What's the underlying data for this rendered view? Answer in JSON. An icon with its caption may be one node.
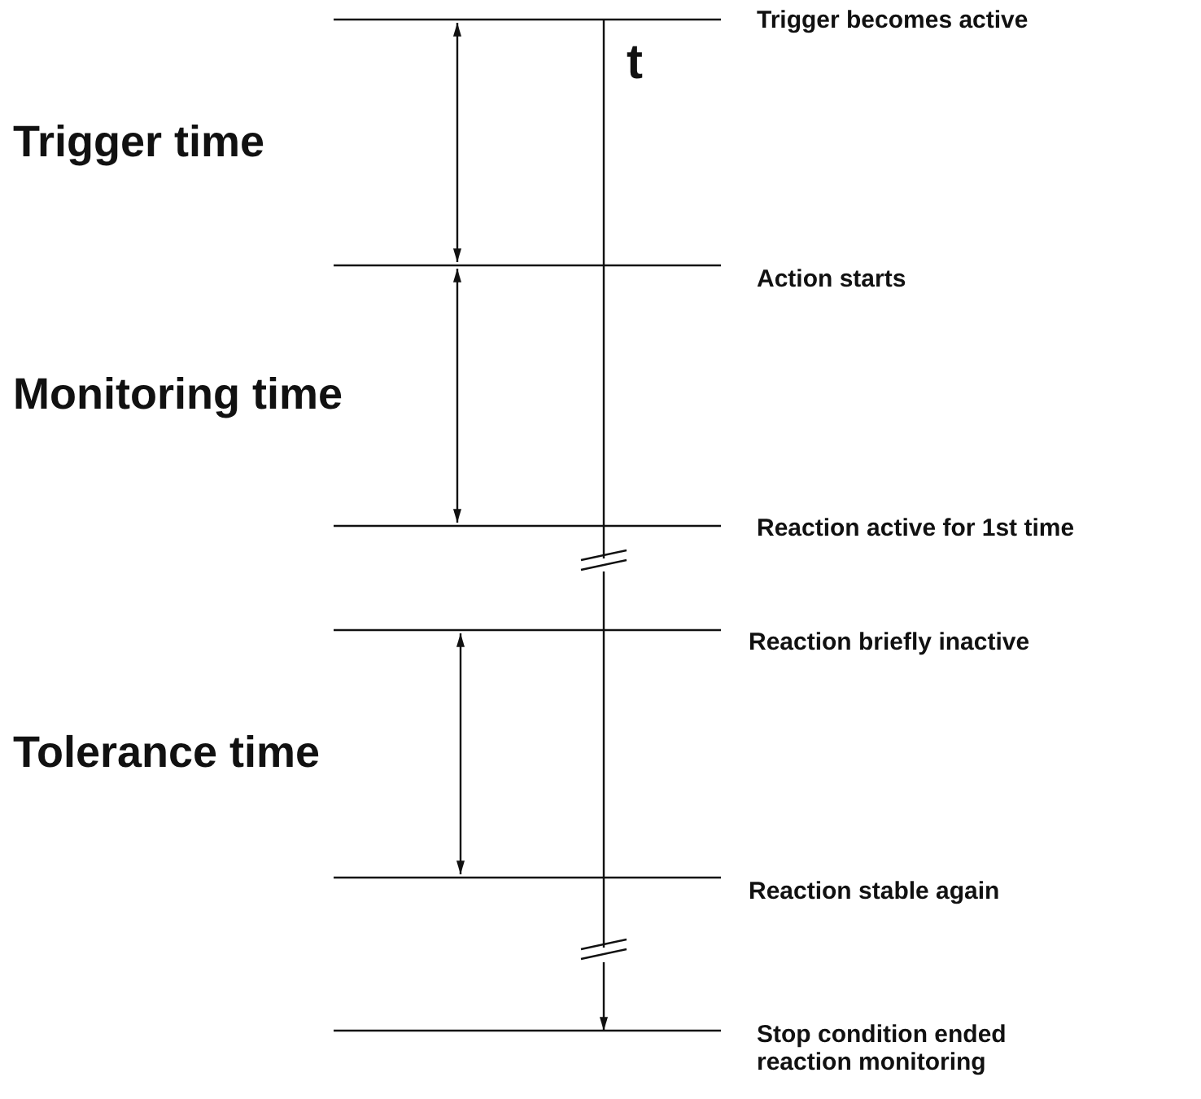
{
  "diagram": {
    "labels": [
      "Trigger becomes active",
      "t",
      "Trigger time",
      "Action starts",
      "Monitoring time",
      "Reaction active for 1st time",
      "Reaction briefly inactive",
      "Tolerance time",
      "Reaction stable again",
      "Stop condition ended reaction monitoring"
    ]
  }
}
